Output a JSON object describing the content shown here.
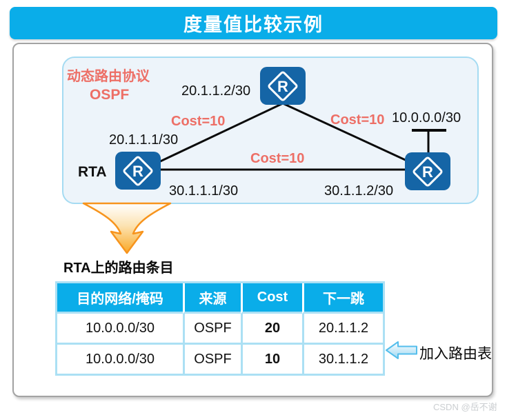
{
  "title": "度量值比较示例",
  "diagram": {
    "protocol_line1": "动态路由协议",
    "protocol_line2": "OSPF",
    "rta_label": "RTA",
    "router_glyph": "R",
    "ip_top": "20.1.1.2/30",
    "ip_left_upper": "20.1.1.1/30",
    "ip_left_lower": "30.1.1.1/30",
    "ip_right_lower": "30.1.1.2/30",
    "network_label": "10.0.0.0/30",
    "cost_left": "Cost=10",
    "cost_right": "Cost=10",
    "cost_middle": "Cost=10"
  },
  "routing": {
    "heading": "RTA上的路由条目",
    "table": {
      "headers": [
        "目的网络/掩码",
        "来源",
        "Cost",
        "下一跳"
      ],
      "rows": [
        [
          "10.0.0.0/30",
          "OSPF",
          "20",
          "20.1.1.2"
        ],
        [
          "10.0.0.0/30",
          "OSPF",
          "10",
          "30.1.1.2"
        ]
      ]
    },
    "annotation": "加入路由表"
  },
  "watermark": "CSDN @岳不谢",
  "colors": {
    "accent_cyan": "#0AADE9",
    "router_blue": "#1565A6",
    "salmon_red": "#ED6F66",
    "arrow_orange": "#F7941D",
    "panel_fill": "#EDF4FA",
    "panel_border": "#A5DBF2",
    "table_border": "#ABE0F4",
    "link_black": "#0A0A0A"
  }
}
